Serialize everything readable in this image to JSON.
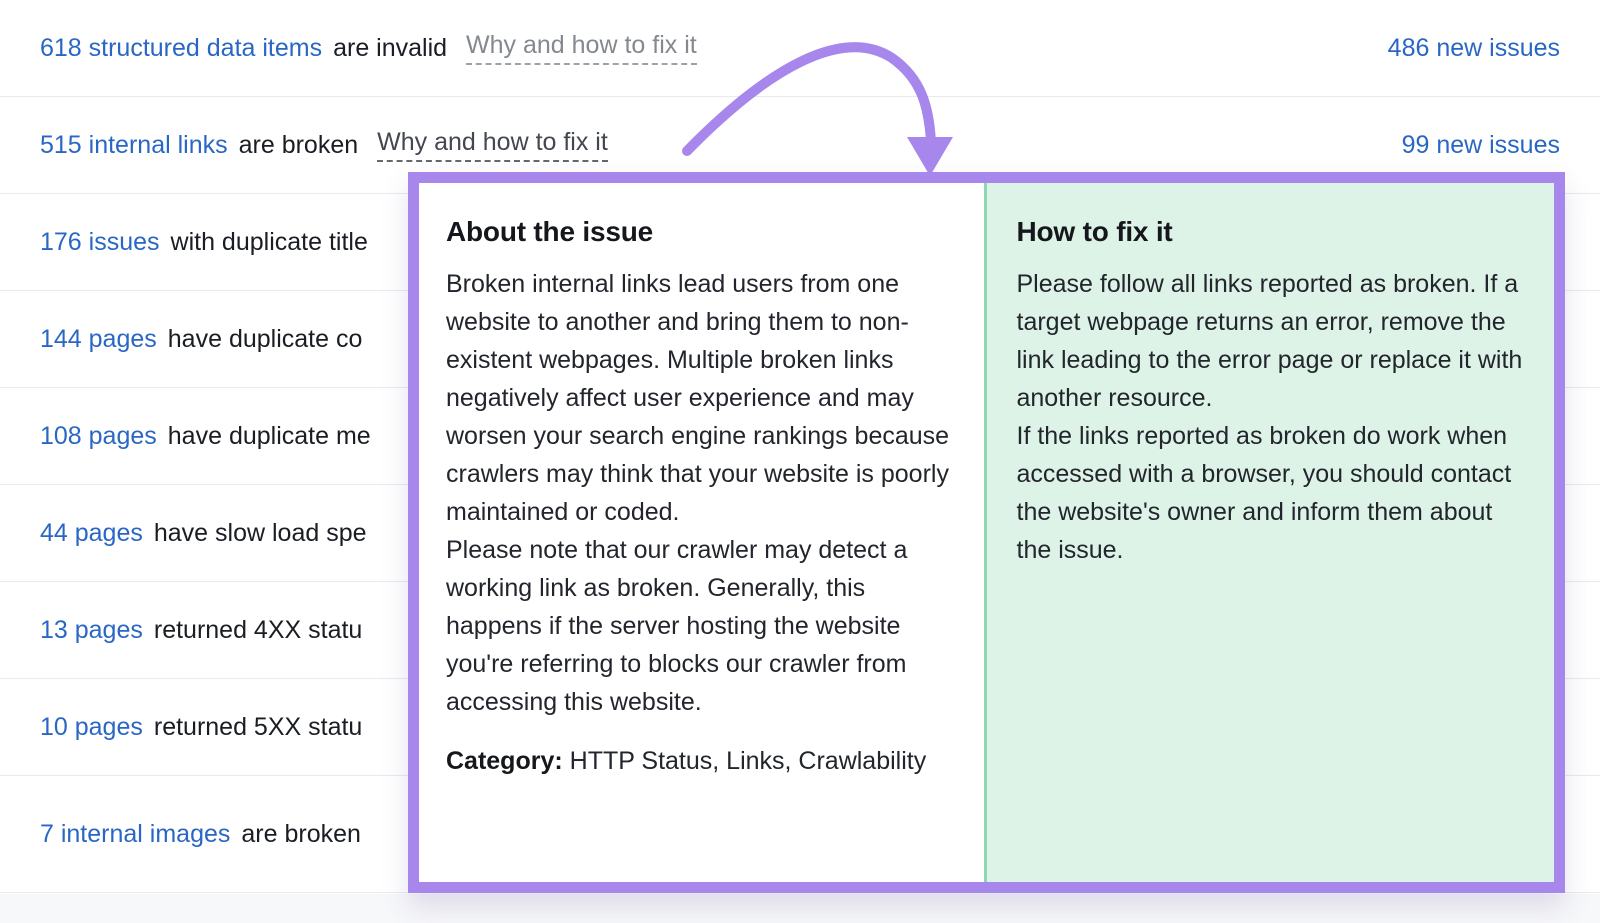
{
  "colors": {
    "link_blue": "#2a67c4",
    "accent_purple": "#a787ec",
    "fix_panel_green": "#def3e7",
    "fix_panel_divider": "#8fd7b2",
    "row_divider": "#e8eaee"
  },
  "issues": [
    {
      "metric": "618 structured data items",
      "text": "are invalid",
      "helper": "Why and how to fix it",
      "new_issues": "486 new issues"
    },
    {
      "metric": "515 internal links",
      "text": "are broken",
      "helper": "Why and how to fix it",
      "new_issues": "99 new issues"
    },
    {
      "metric": "176 issues",
      "text": "with duplicate title"
    },
    {
      "metric": "144 pages",
      "text": "have duplicate co"
    },
    {
      "metric": "108 pages",
      "text": "have duplicate me"
    },
    {
      "metric": "44 pages",
      "text": "have slow load spe"
    },
    {
      "metric": "13 pages",
      "text": "returned 4XX statu"
    },
    {
      "metric": "10 pages",
      "text": "returned 5XX statu"
    },
    {
      "metric": "7 internal images",
      "text": "are broken"
    }
  ],
  "popup": {
    "about": {
      "title": "About the issue",
      "body": "Broken internal links lead users from one website to another and bring them to non-existent webpages. Multiple broken links negatively affect user experience and may worsen your search engine rankings because crawlers may think that your website is poorly maintained or coded.\nPlease note that our crawler may detect a working link as broken. Generally, this happens if the server hosting the website you're referring to blocks our crawler from accessing this website.",
      "category_label": "Category:",
      "category_value": " HTTP Status, Links, Crawlability"
    },
    "fix": {
      "title": "How to fix it",
      "body": "Please follow all links reported as broken. If a target webpage returns an error, remove the link leading to the error page or replace it with another resource.\nIf the links reported as broken do work when accessed with a browser, you should contact the website's owner and inform them about the issue."
    }
  }
}
